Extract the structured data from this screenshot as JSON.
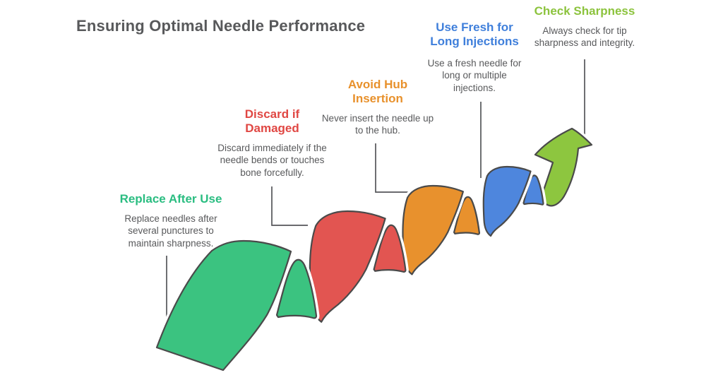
{
  "title": "Ensuring Optimal Needle Performance",
  "steps": [
    {
      "title": "Replace After Use",
      "description": "Replace needles after several punctures to maintain sharpness.",
      "accent_color": "#2ABD81",
      "ribbon_color": "#3BC380"
    },
    {
      "title": "Discard if Damaged",
      "description": "Discard immediately if the needle bends or touches bone forcefully.",
      "accent_color": "#E04743",
      "ribbon_color": "#E25551"
    },
    {
      "title": "Avoid Hub Insertion",
      "description": "Never insert the needle up to the hub.",
      "accent_color": "#E8912C",
      "ribbon_color": "#E8912D"
    },
    {
      "title": "Use Fresh for Long Injections",
      "description": "Use a fresh needle for long or multiple injections.",
      "accent_color": "#3F7FDB",
      "ribbon_color": "#4E86DD"
    },
    {
      "title": "Check Sharpness",
      "description": "Always check for tip sharpness and integrity.",
      "accent_color": "#8CC33D",
      "ribbon_color": "#8DC63F"
    }
  ],
  "diagram": {
    "type": "wave-ribbon-process",
    "direction": "ascending-to-upper-right",
    "segment_colors": [
      "#3BC380",
      "#E25551",
      "#E8912D",
      "#4E86DD"
    ],
    "arrow_color": "#8DC63F",
    "outline_color": "#4A4A4A",
    "background": "#FFFFFF"
  }
}
